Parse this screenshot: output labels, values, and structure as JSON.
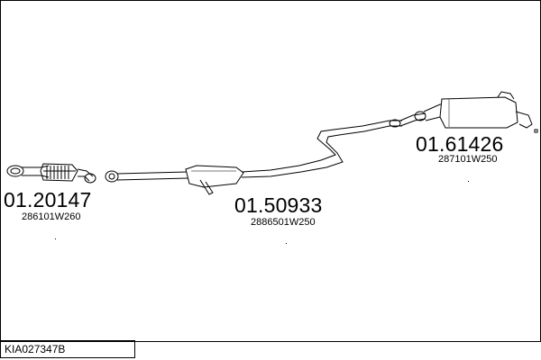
{
  "reference": "KIA027347B",
  "parts": [
    {
      "part_number": "01.20147",
      "oem_number": "286101W260"
    },
    {
      "part_number": "01.50933",
      "oem_number": "2886501W250"
    },
    {
      "part_number": "01.61426",
      "oem_number": "287101W250"
    }
  ],
  "colors": {
    "line": "#000000",
    "background": "#ffffff",
    "shading": "#7a7a7a"
  }
}
